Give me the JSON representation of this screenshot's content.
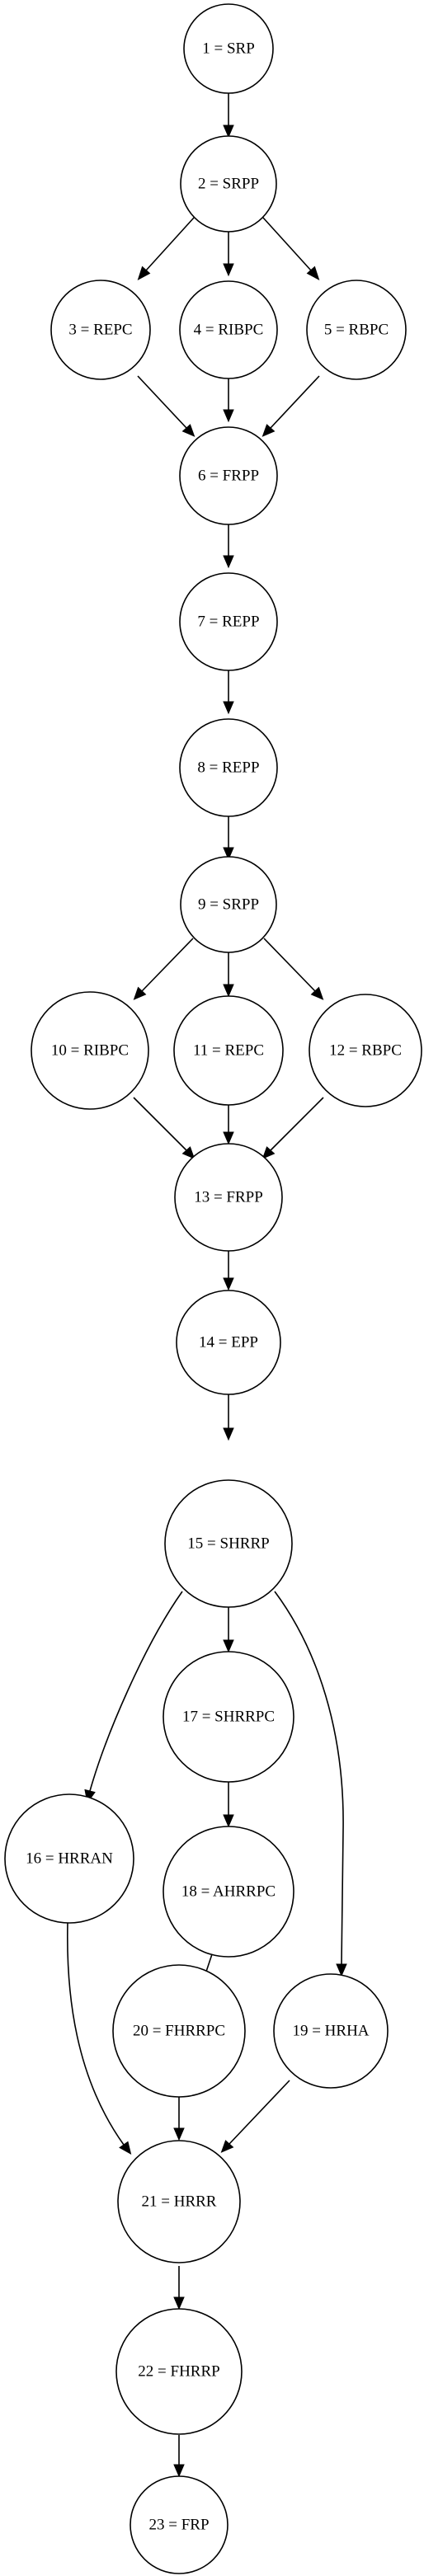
{
  "nodes": [
    {
      "id": "n1",
      "label": "1 = SRP"
    },
    {
      "id": "n2",
      "label": "2 = SRPP"
    },
    {
      "id": "n3",
      "label": "3 = REPC"
    },
    {
      "id": "n4",
      "label": "4 = RIBPC"
    },
    {
      "id": "n5",
      "label": "5 = RBPC"
    },
    {
      "id": "n6",
      "label": "6 = FRPP"
    },
    {
      "id": "n7",
      "label": "7 = REPP"
    },
    {
      "id": "n8",
      "label": "8 = REPP"
    },
    {
      "id": "n9",
      "label": "9 = SRPP"
    },
    {
      "id": "n10",
      "label": "10 = RIBPC"
    },
    {
      "id": "n11",
      "label": "11 = REPC"
    },
    {
      "id": "n12",
      "label": "12 = RBPC"
    },
    {
      "id": "n13",
      "label": "13 = FRPP"
    },
    {
      "id": "n14",
      "label": "14 = EPP"
    },
    {
      "id": "n15",
      "label": "15 = SHRRP"
    },
    {
      "id": "n16",
      "label": "16 = HRRAN"
    },
    {
      "id": "n17",
      "label": "17 = SHRRPC"
    },
    {
      "id": "n18",
      "label": "18 = AHRRPC"
    },
    {
      "id": "n19",
      "label": "19 = HRHA"
    },
    {
      "id": "n20",
      "label": "20 = FHRRPC"
    },
    {
      "id": "n21",
      "label": "21 = HRRR"
    },
    {
      "id": "n22",
      "label": "22 = FHRRP"
    },
    {
      "id": "n23",
      "label": "23 = FRP"
    }
  ],
  "edges": [
    {
      "from": "n1",
      "to": "n2"
    },
    {
      "from": "n2",
      "to": "n3"
    },
    {
      "from": "n2",
      "to": "n4"
    },
    {
      "from": "n2",
      "to": "n5"
    },
    {
      "from": "n3",
      "to": "n6"
    },
    {
      "from": "n4",
      "to": "n6"
    },
    {
      "from": "n5",
      "to": "n6"
    },
    {
      "from": "n6",
      "to": "n7"
    },
    {
      "from": "n7",
      "to": "n8"
    },
    {
      "from": "n8",
      "to": "n9"
    },
    {
      "from": "n9",
      "to": "n10"
    },
    {
      "from": "n9",
      "to": "n11"
    },
    {
      "from": "n9",
      "to": "n12"
    },
    {
      "from": "n10",
      "to": "n13"
    },
    {
      "from": "n11",
      "to": "n13"
    },
    {
      "from": "n12",
      "to": "n13"
    },
    {
      "from": "n13",
      "to": "n14"
    },
    {
      "from": "n14",
      "to": "n15"
    },
    {
      "from": "n15",
      "to": "n16"
    },
    {
      "from": "n15",
      "to": "n17"
    },
    {
      "from": "n15",
      "to": "n19"
    },
    {
      "from": "n17",
      "to": "n18"
    },
    {
      "from": "n18",
      "to": "n20"
    },
    {
      "from": "n16",
      "to": "n21"
    },
    {
      "from": "n20",
      "to": "n21"
    },
    {
      "from": "n19",
      "to": "n21"
    },
    {
      "from": "n21",
      "to": "n22"
    },
    {
      "from": "n22",
      "to": "n23"
    }
  ]
}
